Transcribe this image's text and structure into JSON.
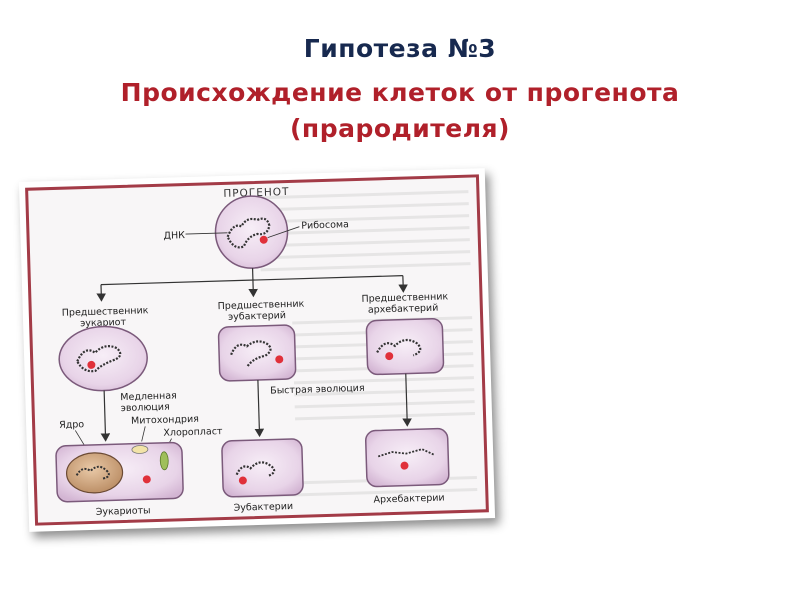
{
  "slide": {
    "title_line1": "Гипотеза №3",
    "title_line2": "Происхождение  клеток от прогенота",
    "title_line3": "(прародителя)"
  },
  "diagram": {
    "progenote": "ПРОГЕНОТ",
    "dna": "ДНК",
    "ribosome": "Рибосома",
    "pred_eukaryote_1": "Предшественник",
    "pred_eukaryote_2": "эукариот",
    "pred_eubacteria_1": "Предшественник",
    "pred_eubacteria_2": "эубактерий",
    "pred_archaea_1": "Предшественник",
    "pred_archaea_2": "архебактерий",
    "slow_evolution_1": "Медленная",
    "slow_evolution_2": "эволюция",
    "fast_evolution": "Быстрая эволюция",
    "nucleus": "Ядро",
    "mitochondria": "Митохондрия",
    "chloroplast": "Хлоропласт",
    "eukaryotes": "Эукариоты",
    "eubacteria": "Эубактерии",
    "archaebacteria": "Архебактерии"
  },
  "colors": {
    "title_dark": "#17294f",
    "title_red": "#b0202a",
    "frame_border": "#a33b47",
    "cell_fill": "#e6d3e6",
    "ribosome_red": "#e0303a"
  }
}
